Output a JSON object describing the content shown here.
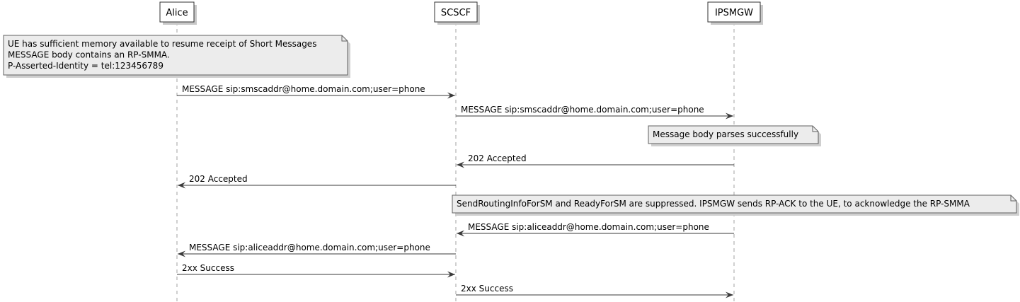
{
  "participants": [
    {
      "id": "alice",
      "label": "Alice"
    },
    {
      "id": "scscf",
      "label": "SCSCF"
    },
    {
      "id": "ipsmgw",
      "label": "IPSMGW"
    }
  ],
  "steps": [
    {
      "kind": "note",
      "over": "alice",
      "lines": [
        "UE has sufficient memory available to resume receipt of Short Messages",
        "MESSAGE body contains an RP-SMMA.",
        "P-Asserted-Identity = tel:123456789"
      ]
    },
    {
      "kind": "message",
      "from": "alice",
      "to": "scscf",
      "label": "MESSAGE sip:smscaddr@home.domain.com;user=phone"
    },
    {
      "kind": "message",
      "from": "scscf",
      "to": "ipsmgw",
      "label": "MESSAGE sip:smscaddr@home.domain.com;user=phone"
    },
    {
      "kind": "note",
      "over": "ipsmgw",
      "lines": [
        "Message body parses successfully"
      ]
    },
    {
      "kind": "message",
      "from": "ipsmgw",
      "to": "scscf",
      "label": "202 Accepted"
    },
    {
      "kind": "message",
      "from": "scscf",
      "to": "alice",
      "label": "202 Accepted"
    },
    {
      "kind": "note",
      "over": "scscf-ipsmgw",
      "lines": [
        "SendRoutingInfoForSM and ReadyForSM are suppressed. IPSMGW sends RP-ACK to the UE, to acknowledge the RP-SMMA"
      ]
    },
    {
      "kind": "message",
      "from": "ipsmgw",
      "to": "scscf",
      "label": "MESSAGE sip:aliceaddr@home.domain.com;user=phone"
    },
    {
      "kind": "message",
      "from": "scscf",
      "to": "alice",
      "label": "MESSAGE sip:aliceaddr@home.domain.com;user=phone"
    },
    {
      "kind": "message",
      "from": "alice",
      "to": "scscf",
      "label": "2xx Success"
    },
    {
      "kind": "message",
      "from": "scscf",
      "to": "ipsmgw",
      "label": "2xx Success"
    }
  ]
}
